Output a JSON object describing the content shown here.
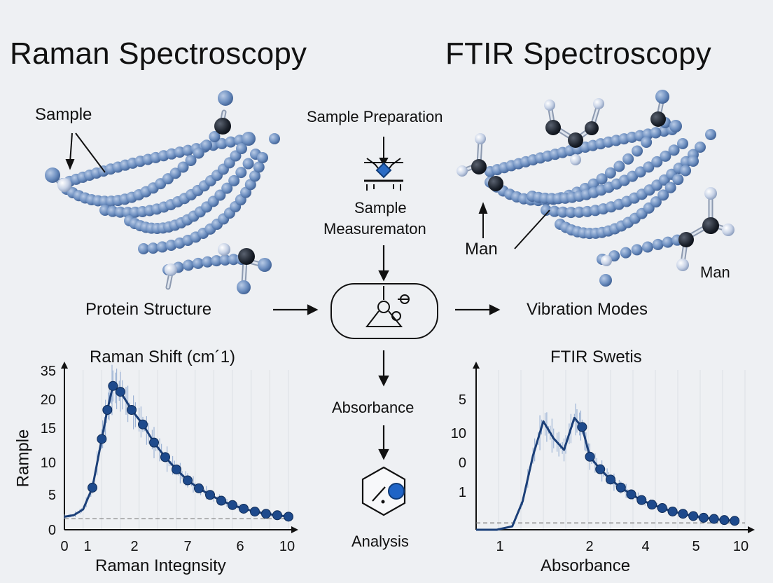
{
  "titles": {
    "left": "Raman Spectroscopy",
    "right": "FTIR Spectroscopy"
  },
  "left_panel": {
    "sample_label": "Sample",
    "structure_label": "Protein Structure"
  },
  "center_flow": {
    "step1": "Sample Preparation",
    "step2_line1": "Sample",
    "step2_line2": "Measurematon",
    "step3": "Absorbance",
    "step4": "Analysis"
  },
  "right_panel": {
    "man_label_left": "Man",
    "man_label_right": "Man",
    "modes_label": "Vibration Modes"
  },
  "chart_data": [
    {
      "type": "line",
      "title": "Raman Shift (cm´1)",
      "xlabel": "Raman Integnsity",
      "ylabel": "Rample",
      "x_ticks": [
        "0",
        "1",
        "2",
        "7",
        "6",
        "10"
      ],
      "y_ticks": [
        "35",
        "20",
        "15",
        "10",
        "5",
        "0"
      ],
      "baseline_dashed": 1.5,
      "series": [
        {
          "points": [
            [
              0.0,
              1.8
            ],
            [
              0.25,
              2.0
            ],
            [
              0.5,
              2.8
            ],
            [
              0.75,
              5.8
            ],
            [
              1.0,
              12.5
            ],
            [
              1.15,
              16.5
            ],
            [
              1.3,
              19.8
            ],
            [
              1.5,
              19.0
            ],
            [
              1.8,
              16.5
            ],
            [
              2.1,
              14.5
            ],
            [
              2.4,
              12.0
            ],
            [
              2.7,
              10.0
            ],
            [
              3.0,
              8.3
            ],
            [
              3.3,
              6.8
            ],
            [
              3.6,
              5.7
            ],
            [
              3.9,
              4.8
            ],
            [
              4.2,
              4.0
            ],
            [
              4.5,
              3.4
            ],
            [
              4.8,
              2.9
            ],
            [
              5.1,
              2.5
            ],
            [
              5.4,
              2.2
            ],
            [
              5.7,
              2.0
            ],
            [
              6.0,
              1.8
            ]
          ],
          "markers_from_index": 3
        }
      ]
    },
    {
      "type": "line",
      "title": "FTIR Swetis",
      "xlabel": "Absorbance",
      "ylabel": "",
      "x_ticks": [
        "1",
        "2",
        "4",
        "5",
        "10"
      ],
      "y_ticks": [
        "5",
        "10",
        "0",
        "1"
      ],
      "baseline_dashed": 0.6,
      "series": [
        {
          "points": [
            [
              0.0,
              0.0
            ],
            [
              0.4,
              0.0
            ],
            [
              0.7,
              0.3
            ],
            [
              0.9,
              2.5
            ],
            [
              1.1,
              6.5
            ],
            [
              1.3,
              9.5
            ],
            [
              1.5,
              8.0
            ],
            [
              1.7,
              7.0
            ],
            [
              1.9,
              9.8
            ],
            [
              2.05,
              9.0
            ],
            [
              2.2,
              6.4
            ],
            [
              2.4,
              5.3
            ],
            [
              2.6,
              4.4
            ],
            [
              2.8,
              3.7
            ],
            [
              3.0,
              3.1
            ],
            [
              3.2,
              2.6
            ],
            [
              3.4,
              2.2
            ],
            [
              3.6,
              1.9
            ],
            [
              3.8,
              1.6
            ],
            [
              4.0,
              1.4
            ],
            [
              4.2,
              1.2
            ],
            [
              4.4,
              1.05
            ],
            [
              4.6,
              0.95
            ],
            [
              4.8,
              0.85
            ],
            [
              5.0,
              0.78
            ]
          ],
          "markers_from_index": 9
        }
      ]
    }
  ]
}
